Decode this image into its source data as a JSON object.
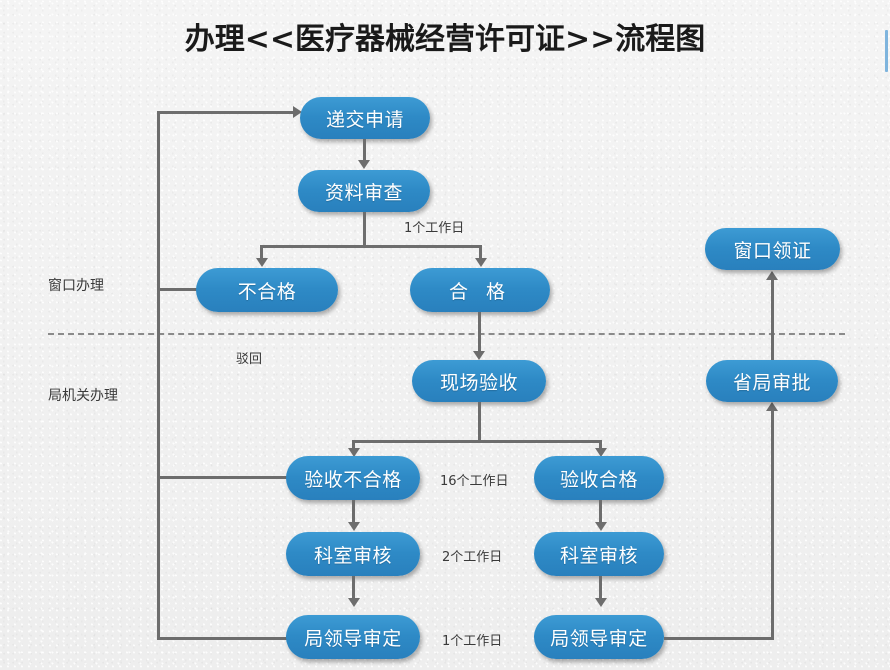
{
  "title": "办理<<医疗器械经营许可证>>流程图",
  "theme": {
    "node_fill": "#2e8ac6",
    "node_text": "#ffffff",
    "connector": "#6d6d6d",
    "background": "#f1f1f1",
    "divider": "#8b8b8b"
  },
  "nodes": {
    "submit_application": "递交申请",
    "document_review": "资料审查",
    "unqualified": "不合格",
    "qualified": "合 格",
    "onsite_inspection": "现场验收",
    "inspection_failed": "验收不合格",
    "inspection_passed": "验收合格",
    "department_review_left": "科室审核",
    "department_review_right": "科室审核",
    "bureau_leader_left": "局领导审定",
    "bureau_leader_right": "局领导审定",
    "provincial_approval": "省局审批",
    "window_certificate": "窗口领证"
  },
  "edge_labels": {
    "one_workday_top": "1个工作日",
    "rejected": "驳回",
    "sixteen_workdays": "16个工作日",
    "two_workdays": "2个工作日",
    "one_workday_bottom": "1个工作日"
  },
  "section_labels": {
    "window_processing": "窗口办理",
    "bureau_processing": "局机关办理"
  }
}
